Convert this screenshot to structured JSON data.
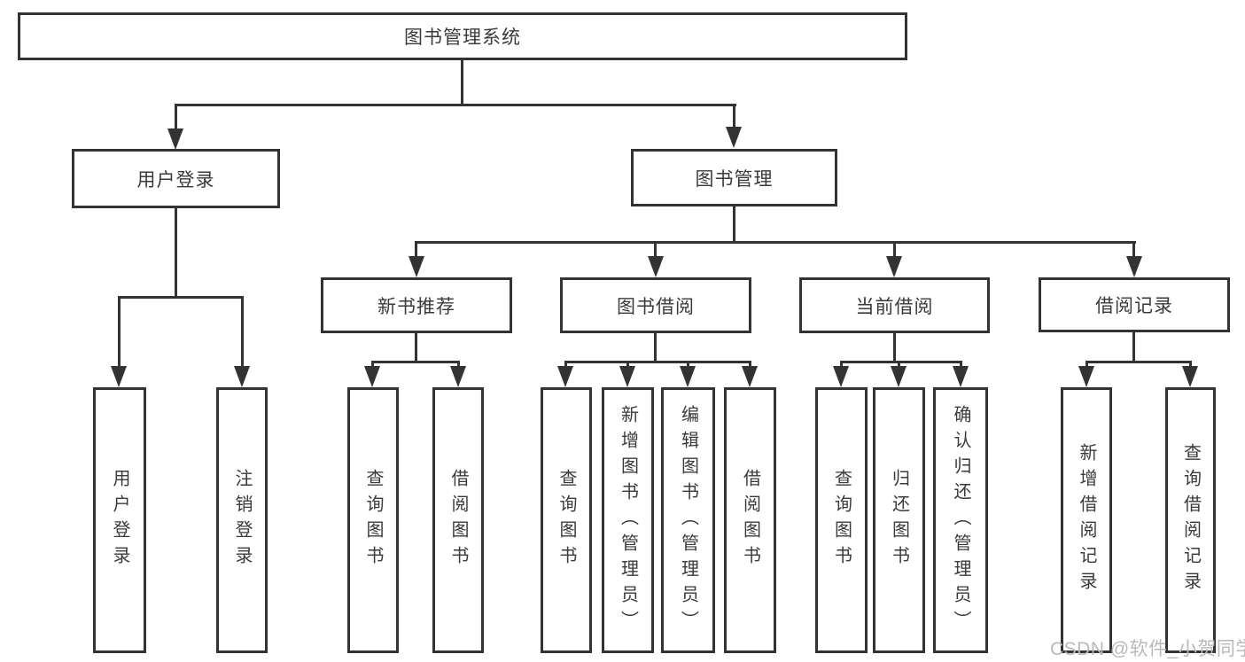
{
  "diagram": {
    "type": "tree",
    "root": {
      "label": "图书管理系统"
    },
    "children": [
      {
        "label": "用户登录",
        "children": [
          {
            "label": "用户登录"
          },
          {
            "label": "注销登录"
          }
        ]
      },
      {
        "label": "图书管理",
        "children": [
          {
            "label": "新书推荐",
            "children": [
              {
                "label": "查询图书"
              },
              {
                "label": "借阅图书"
              }
            ]
          },
          {
            "label": "图书借阅",
            "children": [
              {
                "label": "查询图书"
              },
              {
                "label": "新增图书（管理员）"
              },
              {
                "label": "编辑图书（管理员）"
              },
              {
                "label": "借阅图书"
              }
            ]
          },
          {
            "label": "当前借阅",
            "children": [
              {
                "label": "查询图书"
              },
              {
                "label": "归还图书"
              },
              {
                "label": "确认归还（管理员）"
              }
            ]
          },
          {
            "label": "借阅记录",
            "children": [
              {
                "label": "新增借阅记录"
              },
              {
                "label": "查询借阅记录"
              }
            ]
          }
        ]
      }
    ]
  },
  "watermark": {
    "text": "CSDN @软件_小贺同学",
    "color": "#b9b9b9"
  },
  "colors": {
    "line": "#333333",
    "text": "#3a3a3a",
    "background": "#ffffff"
  }
}
